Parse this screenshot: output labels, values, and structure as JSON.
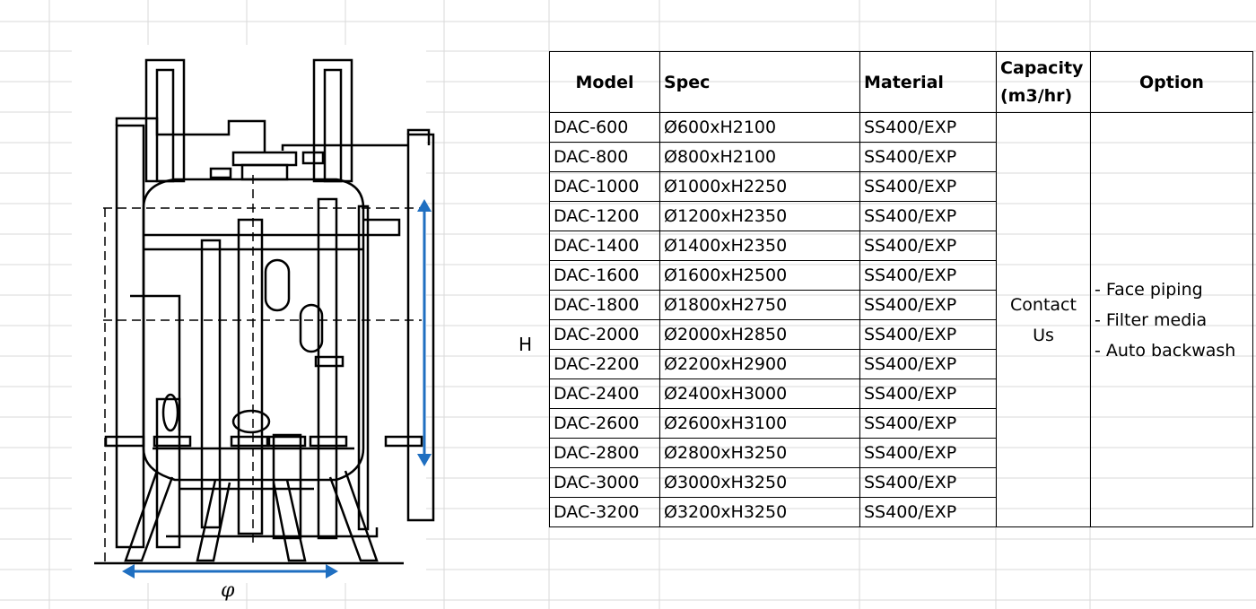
{
  "labels": {
    "height": "H",
    "diameter": "φ"
  },
  "table": {
    "headers": {
      "model": "Model",
      "spec": "Spec",
      "material": "Material",
      "capacity_line1": "Capacity",
      "capacity_line2": "(m3/hr)",
      "option": "Option"
    },
    "rows": [
      {
        "model": "DAC-600",
        "spec": "Ø600xH2100",
        "material": "SS400/EXP"
      },
      {
        "model": "DAC-800",
        "spec": "Ø800xH2100",
        "material": "SS400/EXP"
      },
      {
        "model": "DAC-1000",
        "spec": "Ø1000xH2250",
        "material": "SS400/EXP"
      },
      {
        "model": "DAC-1200",
        "spec": "Ø1200xH2350",
        "material": "SS400/EXP"
      },
      {
        "model": "DAC-1400",
        "spec": "Ø1400xH2350",
        "material": "SS400/EXP"
      },
      {
        "model": "DAC-1600",
        "spec": "Ø1600xH2500",
        "material": "SS400/EXP"
      },
      {
        "model": "DAC-1800",
        "spec": "Ø1800xH2750",
        "material": "SS400/EXP"
      },
      {
        "model": "DAC-2000",
        "spec": "Ø2000xH2850",
        "material": "SS400/EXP"
      },
      {
        "model": "DAC-2200",
        "spec": "Ø2200xH2900",
        "material": "SS400/EXP"
      },
      {
        "model": "DAC-2400",
        "spec": "Ø2400xH3000",
        "material": "SS400/EXP"
      },
      {
        "model": "DAC-2600",
        "spec": "Ø2600xH3100",
        "material": "SS400/EXP"
      },
      {
        "model": "DAC-2800",
        "spec": "Ø2800xH3250",
        "material": "SS400/EXP"
      },
      {
        "model": "DAC-3000",
        "spec": "Ø3000xH3250",
        "material": "SS400/EXP"
      },
      {
        "model": "DAC-3200",
        "spec": "Ø3200xH3250",
        "material": "SS400/EXP"
      }
    ],
    "capacity_line1": "Contact",
    "capacity_line2": "Us",
    "options": [
      "- Face piping",
      "- Filter media",
      "- Auto backwash"
    ]
  },
  "colors": {
    "dimension_arrow": "#1f6fc1",
    "gridline": "#dadada",
    "ink": "#000000"
  }
}
